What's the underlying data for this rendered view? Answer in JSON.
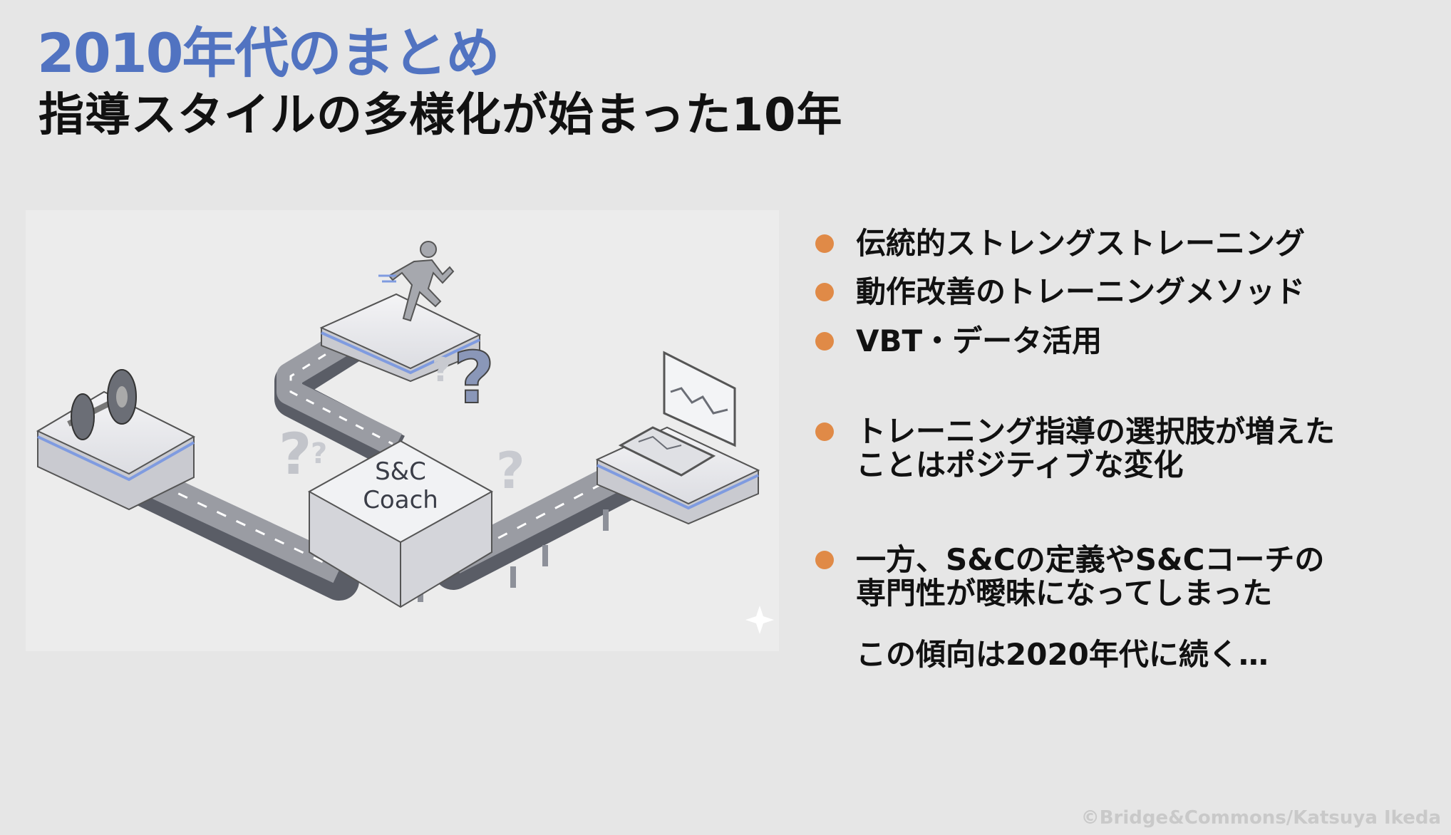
{
  "slide": {
    "title": "2010年代のまとめ",
    "subtitle": "指導スタイルの多様化が始まった10年"
  },
  "illustration": {
    "center_label_line1": "S&C",
    "center_label_line2": "Coach",
    "icons": [
      "dumbbell-icon",
      "runner-icon",
      "laptop-chart-icon",
      "question-mark-icon"
    ]
  },
  "bullets": [
    {
      "lines": [
        "伝統的ストレングストレーニング"
      ]
    },
    {
      "lines": [
        "動作改善のトレーニングメソッド"
      ]
    },
    {
      "lines": [
        "VBT・データ活用"
      ]
    },
    {
      "lines": [
        "トレーニング指導の選択肢が増えた",
        "ことはポジティブな変化"
      ]
    },
    {
      "lines": [
        "一方、S&Cの定義やS&Cコーチの",
        "専門性が曖昧になってしまった"
      ]
    }
  ],
  "note": "この傾向は2020年代に続く…",
  "footer": "©Bridge&Commons/Katsuya Ikeda",
  "colors": {
    "title": "#5173c1",
    "bullet": "#e08a47",
    "background": "#e6e6e6"
  }
}
